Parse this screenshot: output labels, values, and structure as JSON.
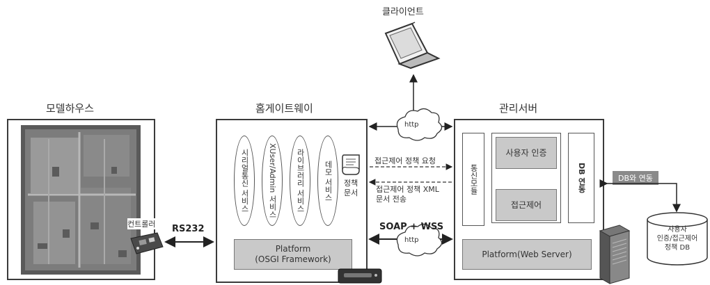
{
  "client": {
    "title": "클라이언트"
  },
  "model_house": {
    "title": "모델하우스",
    "controller_label": "컨트롤러"
  },
  "home_gateway": {
    "title": "홈게이트웨이",
    "services": [
      "시리얼통신 서비스",
      "XUser/Admin 서비스",
      "라이브러리 서비스",
      "데모 서비스"
    ],
    "policy_doc": "정책\n문서",
    "platform": "Platform\n(OSGI Framework)"
  },
  "admin_server": {
    "title": "관리서버",
    "comm_module": "통신모듈",
    "user_auth": "사용자 인증",
    "access_control": "접근제어",
    "db_link": "DB 연동",
    "platform": "Platform(Web Server)"
  },
  "links": {
    "rs232": "RS232",
    "http_top": "http",
    "http_bottom": "http",
    "soap_wss": "SOAP + WSS",
    "policy_request": "접근제어 정책 요청",
    "policy_xml": "접근제어 정책 XML\n문서 전송",
    "db_link_tag": "DB와 연동"
  },
  "database": {
    "label": "사용자\n인증/접근제어\n정책 DB"
  }
}
